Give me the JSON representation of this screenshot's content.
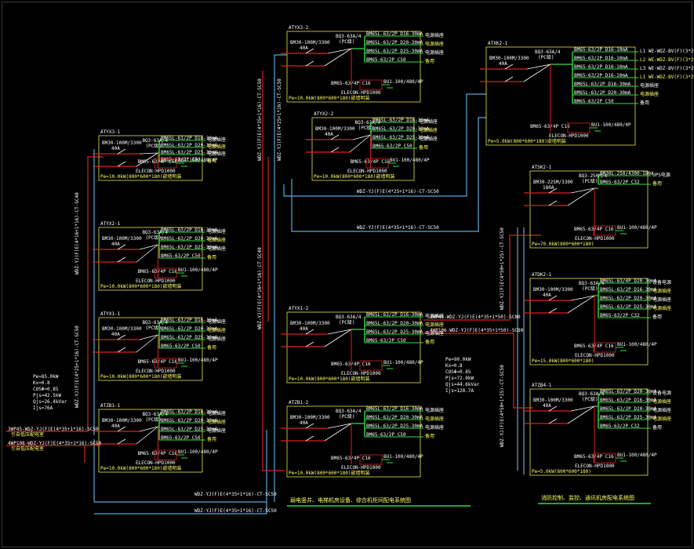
{
  "colors": {
    "background": "#000000",
    "box": "#e8e84a",
    "feeder": "#58a8d8",
    "bus": "#e02020",
    "output": "#30e040",
    "earth": "#30e040",
    "title_underline": "#30e040"
  },
  "titles": {
    "left": "弱电竖井、电梯机房设备、综合机柜间配电系统图",
    "right": "消防控制、监控、通讯机房配电系统图"
  },
  "feeders": {
    "left_in_1": "3WP45-WDZ-YJ(F)E(4*35+1*16)-SC50",
    "left_in_1_note": "引自低压配电室",
    "left_in_2": "4WP108-WDZ-YJ(F)E(4*35+1*16)-SC50",
    "left_in_2_note": "引自低压配电室",
    "right_in_1": "3WP44-WDZ-YJ(F)E(4*35+1*50)-SC80",
    "right_in_2": "4WP106-WDZ-YJ(F)E(4*35+1*50)-SC80",
    "riser_a": "WDZ-YJ(F)E(4*35+1*16)-CT-SC50",
    "riser_b": "WDZ-YJ(F)E(4*25+1*16)-CT-SC50",
    "riser_c": "WDZ-YJ(F)E(4*16+1*16)-CT-SC40",
    "riser_d": "WDZ-YJ(F)E(4*50+1*25)-CT-SC50",
    "bottom_line": "WDZ-YJ(F)E(4*35+1*16)-CT-SC50",
    "mid_line": "WDZ-YJ(F)E(4*25+1*16)-CT-SC50"
  },
  "left_load": {
    "pe": "Pe=85.0kW",
    "kx": "Kx=0.8",
    "cos": "COSΦ=0.85",
    "pjs": "Pjs=42.5kW",
    "qjs": "Qjs=26.4kVar",
    "ijs": "Ijs=76A"
  },
  "right_load": {
    "pe": "Pe=90.0kW",
    "kx": "Kx=0.8",
    "cos": "COSΦ=0.85",
    "pjs": "Pjs=72.0kW",
    "qjs": "Qjs=44.6kVar",
    "ijs": "Ijs=128.7A"
  },
  "panels": [
    {
      "id": "ATYX3-1",
      "main": "BM30-100M/3300",
      "ats": "BQ3-63A/4",
      "atsb": "(PC级)",
      "in": "40A",
      "sub": "BM65-63/4P C16",
      "spd": "BU1-100/480/4P",
      "elcb": "ELECON-HPD1000",
      "foot": "Pe=10.0kW(800*600*180)嵌墙明装",
      "rows": [
        "BM65L-63/2P D16-30mA",
        "BM65L-63/2P D20-30mA",
        "BM65L-63/2P D25-30mA",
        "BM65-63/2P C50"
      ],
      "row_notes": [
        "电源插座",
        "电源插座",
        "电源插座",
        "备用"
      ]
    },
    {
      "id": "ATYX2-1",
      "main": "BM30-100M/3300",
      "ats": "BQ3-63A/4",
      "atsb": "(PC级)",
      "in": "40A",
      "sub": "BM65-63/4P C16",
      "spd": "BU1-100/480/4P",
      "elcb": "ELECON-HPD1000",
      "foot": "Pe=10.0kW(800*600*180)嵌墙明装",
      "rows": [
        "BM65L-63/2P D16-30mA",
        "BM65L-63/2P D20-30mA",
        "BM65L-63/2P D25-30mA",
        "BM65-63/2P C50"
      ],
      "row_notes": [
        "电源插座",
        "电源插座",
        "电源插座",
        "备用"
      ]
    },
    {
      "id": "ATYX1-1",
      "main": "BM30-100M/3300",
      "ats": "BQ3-63A/4",
      "atsb": "(PC级)",
      "in": "40A",
      "sub": "BM65-63/4P C16",
      "spd": "BU1-100/480/4P",
      "elcb": "ELECON-HPD1000",
      "foot": "Pe=10.0kW(800*600*180)嵌墙明装",
      "rows": [
        "BM65L-63/2P D16-30mA",
        "BM65L-63/2P D20-30mA",
        "BM65L-63/2P D25-30mA",
        "BM65-63/2P C50"
      ],
      "row_notes": [
        "电源插座",
        "电源插座",
        "电源插座",
        "备用"
      ]
    },
    {
      "id": "ATZB1-1",
      "main": "BM30-100M/3300",
      "ats": "BQ3-63A/4",
      "atsb": "(PC级)",
      "in": "40A",
      "sub": "BM65-63/4P C16",
      "spd": "BU1-100/480/4P",
      "elcb": "ELECON-HPD1000",
      "foot": "Pe=10.0kW(800*600*180)嵌墙明装",
      "rows": [
        "BM65L-63/2P D16-30mA",
        "BM65L-63/2P D20-30mA",
        "BM65L-63/2P D25-30mA",
        "BM65-63/2P C50"
      ],
      "row_notes": [
        "电源插座",
        "电源插座",
        "电源插座",
        "备用"
      ]
    },
    {
      "id": "ATYX3-2",
      "main": "BM30-100M/3300",
      "ats": "BQ3-63A/4",
      "atsb": "(PC级)",
      "in": "40A",
      "sub": "BM65-63/4P C16",
      "spd": "BU1-100/480/4P",
      "elcb": "ELECON-HPD1000",
      "foot": "Pe=10.0kW(800*600*180)嵌墙明装",
      "rows": [
        "BM65L-63/2P D16-30mA",
        "BM65L-63/2P D20-30mA",
        "BM65L-63/2P D25-30mA",
        "BM65-63/2P C50"
      ],
      "row_notes": [
        "电源插座",
        "电源插座",
        "电源插座",
        "备用"
      ]
    },
    {
      "id": "ATYX2-2",
      "main": "BM30-100M/3300",
      "ats": "BQ3-63A/4",
      "atsb": "(PC级)",
      "in": "40A",
      "sub": "BM65-63/4P C16",
      "spd": "BU1-100/480/4P",
      "elcb": "ELECON-HPD1000",
      "foot": "Pe=10.0kW(800*600*180)嵌墙明装",
      "rows": [
        "BM65L-63/2P D16-30mA",
        "BM65L-63/2P D20-30mA",
        "BM65L-63/2P D25-30mA",
        "BM65-63/2P C50"
      ],
      "row_notes": [
        "电源插座",
        "电源插座",
        "电源插座",
        "备用"
      ]
    },
    {
      "id": "ATYX1-2",
      "main": "BM30-100M/3300",
      "ats": "BQ3-63A/4",
      "atsb": "(PC级)",
      "in": "40A",
      "sub": "BM65-63/4P C16",
      "spd": "BU1-100/480/4P",
      "elcb": "ELECON-HPD1000",
      "foot": "Pe=10.0kW(800*600*180)嵌墙明装",
      "rows": [
        "BM65L-63/2P D16-30mA",
        "BM65L-63/2P D20-30mA",
        "BM65L-63/2P D25-30mA",
        "BM65-63/2P C50"
      ],
      "row_notes": [
        "电源插座",
        "电源插座",
        "电源插座",
        "备用"
      ]
    },
    {
      "id": "ATZB1-2",
      "main": "BM30-100M/3300",
      "ats": "BQ3-63A/4",
      "atsb": "(PC级)",
      "in": "40A",
      "sub": "BM65-63/4P C16",
      "spd": "BU1-100/480/4P",
      "elcb": "ELECON-HPD1000",
      "foot": "Pe=10.0kW(800*600*180)嵌墙明装",
      "rows": [
        "BM65L-63/2P D16-30mA",
        "BM65L-63/2P D20-30mA",
        "BM65L-63/2P D25-30mA",
        "BM65-63/2P C50"
      ],
      "row_notes": [
        "电源插座",
        "电源插座",
        "电源插座",
        "备用"
      ]
    },
    {
      "id": "ATXK2-1",
      "main": "BM30-100M/3300",
      "ats": "BQ3-63A/4",
      "atsb": "(PC级)",
      "in": "40A",
      "sub": "BM65-63/4P C16",
      "spd": "BU1-100/480/4P",
      "elcb": "ELECON-HPD1000",
      "foot": "Pe=5.0kW(800*600*180)嵌墙明装",
      "rows": [
        "BM65-63/2P D16-10mA",
        "BM65-63/2P D16-10mA",
        "BM65-63/2P D16-10mA",
        "BM65-63/2P D16-10mA",
        "BM65L-63/2P D16-30mA",
        "BM65L-63/2P D20-30mA",
        "BM65-63/2P C50"
      ],
      "row_notes": [
        "L1 WE-WDZ-BV(F)(3*2.5)-SC20",
        "L2 WE-WDZ-BV(F)(3*2.5)-SC20",
        "L3 WE-WDZ-BV(F)(3*2.5)-SC20",
        "L1 WE-WDZ-BV(F)(3*2.5)-SC20",
        "电源插座",
        "电源插座",
        "备用"
      ]
    },
    {
      "id": "ATSK2-1",
      "main": "BM30-225M/3300",
      "ats": "BQ3-250M/4",
      "atsb": "(PC级)",
      "in": "180A",
      "sub": "BM65-63/4P C16",
      "spd": "BU1-100/480/4P",
      "elcb": "ELECON-HPD1000",
      "foot": "Pe=70.0kW(800*600*180)",
      "rows": [
        "BM30L-250/4300-180A",
        "BM65-63/2P C32"
      ],
      "row_notes": [
        "UPS电源",
        "备用"
      ]
    },
    {
      "id": "ATDK2-1",
      "main": "BM30-100M/3300",
      "ats": "BQ3-63A/4",
      "atsb": "(PC级)",
      "in": "40A",
      "sub": "BM65-63/4P C16",
      "spd": "BU1-100/480/4P",
      "elcb": "ELECON-HPD1000",
      "foot": "Pe=15.0kW(800*600*180)",
      "rows": [
        "BM65L-63/4P D20-30mA",
        "BM65L-63/2P D16-30mA",
        "BM65L-63/2P D20-30mA",
        "BM65L-63/2P D25-30mA",
        "BM65-63/2P C32"
      ],
      "row_notes": [
        "设备电源",
        "电源插座",
        "电源插座",
        "电源插座",
        "备用"
      ]
    },
    {
      "id": "ATZB4-1",
      "main": "BM30-100M/3300",
      "ats": "BQ3-63A/4",
      "atsb": "(PC级)",
      "in": "40A",
      "sub": "BM65-63/4P C16",
      "spd": "BU1-100/480/4P",
      "elcb": "ELECON-HPD1000",
      "foot": "Pe=5.0kW(800*600*180)",
      "rows": [
        "BM65L-63/2P D20-30mA",
        "BM65L-63/2P D16-30mA",
        "BM65L-63/2P D20-30mA",
        "BM65L-63/2P D25-30mA",
        "BM65-63/2P C32"
      ],
      "row_notes": [
        "设备电源",
        "电源插座",
        "电源插座",
        "电源插座",
        "备用"
      ]
    }
  ]
}
